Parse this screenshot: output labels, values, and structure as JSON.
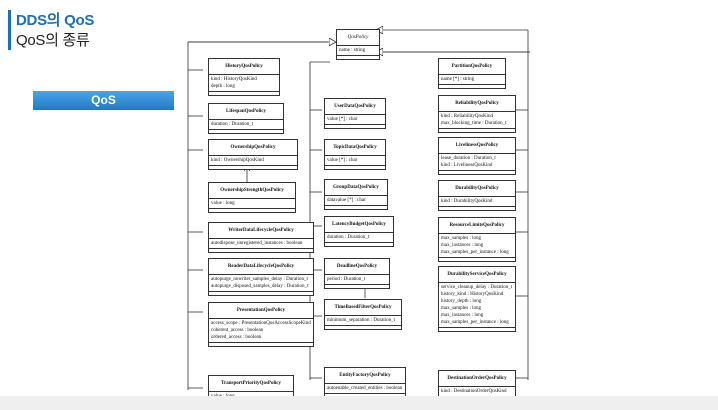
{
  "header": {
    "title": "DDS의 QoS",
    "subtitle": "QoS의 종류"
  },
  "button": {
    "label": "QoS"
  },
  "diagram": {
    "base": {
      "name": "QosPolicy",
      "attrs": [
        "name : string"
      ]
    },
    "left": [
      {
        "name": "HistoryQosPolicy",
        "attrs": [
          "kind : HistoryQosKind",
          "depth : long"
        ]
      },
      {
        "name": "LifespanQosPolicy",
        "attrs": [
          "duration : Duration_t"
        ]
      },
      {
        "name": "OwnershipQosPolicy",
        "attrs": [
          "kind : OwnershipQosKind"
        ]
      },
      {
        "name": "OwnershipStrengthQosPolicy",
        "attrs": [
          "value : long"
        ]
      },
      {
        "name": "WriterDataLifecycleQosPolicy",
        "attrs": [
          "autodispose_unregistered_instances : boolean"
        ]
      },
      {
        "name": "ReaderDataLifecycleQosPolicy",
        "attrs": [
          "autopurge_nowriter_samples_delay : Duration_t",
          "autopurge_disposed_samples_delay : Duration_t"
        ]
      },
      {
        "name": "PresentationQosPolicy",
        "attrs": [
          "access_scope : PresentationQosAccessScopeKind",
          "coherent_access : boolean",
          "ordered_access : boolean"
        ]
      },
      {
        "name": "TransportPriorityQosPolicy",
        "attrs": [
          "value : long"
        ]
      }
    ],
    "middle": [
      {
        "name": "UserDataQosPolicy",
        "attrs": [
          "value [*] : char"
        ]
      },
      {
        "name": "TopicDataQosPolicy",
        "attrs": [
          "value [*] : char"
        ]
      },
      {
        "name": "GroupDataQosPolicy",
        "attrs": [
          "datavalue [*] : char"
        ]
      },
      {
        "name": "LatencyBudgetQosPolicy",
        "attrs": [
          "duration : Duration_t"
        ]
      },
      {
        "name": "DeadlineQosPolicy",
        "attrs": [
          "period : Duration_t"
        ]
      },
      {
        "name": "TimeBasedFilterQosPolicy",
        "attrs": [
          "minimum_separation : Duration_t"
        ]
      },
      {
        "name": "EntityFactoryQosPolicy",
        "attrs": [
          "autoenable_created_entities : boolean"
        ]
      }
    ],
    "right": [
      {
        "name": "PartitionQosPolicy",
        "attrs": [
          "name [*] : string"
        ]
      },
      {
        "name": "ReliabilityQosPolicy",
        "attrs": [
          "kind : ReliabilityQosKind",
          "max_blocking_time : Duration_t"
        ]
      },
      {
        "name": "LivelinessQosPolicy",
        "attrs": [
          "lease_duration : Duration_t",
          "kind : LivelinessQosKind"
        ]
      },
      {
        "name": "DurabilityQosPolicy",
        "attrs": [
          "kind : DurabilityQosKind"
        ]
      },
      {
        "name": "ResourceLimitsQosPolicy",
        "attrs": [
          "max_samples : long",
          "max_instances : long",
          "max_samples_per_instance : long"
        ]
      },
      {
        "name": "DurabilityServiceQosPolicy",
        "attrs": [
          "service_cleanup_delay : Duration_t",
          "history_kind : HistoryQosKind",
          "history_depth : long",
          "max_samples : long",
          "max_instances : long",
          "max_samples_per_instance : long"
        ]
      },
      {
        "name": "DestinationOrderQosPolicy",
        "attrs": [
          "kind : DestinationOrderQosKind"
        ]
      }
    ]
  }
}
